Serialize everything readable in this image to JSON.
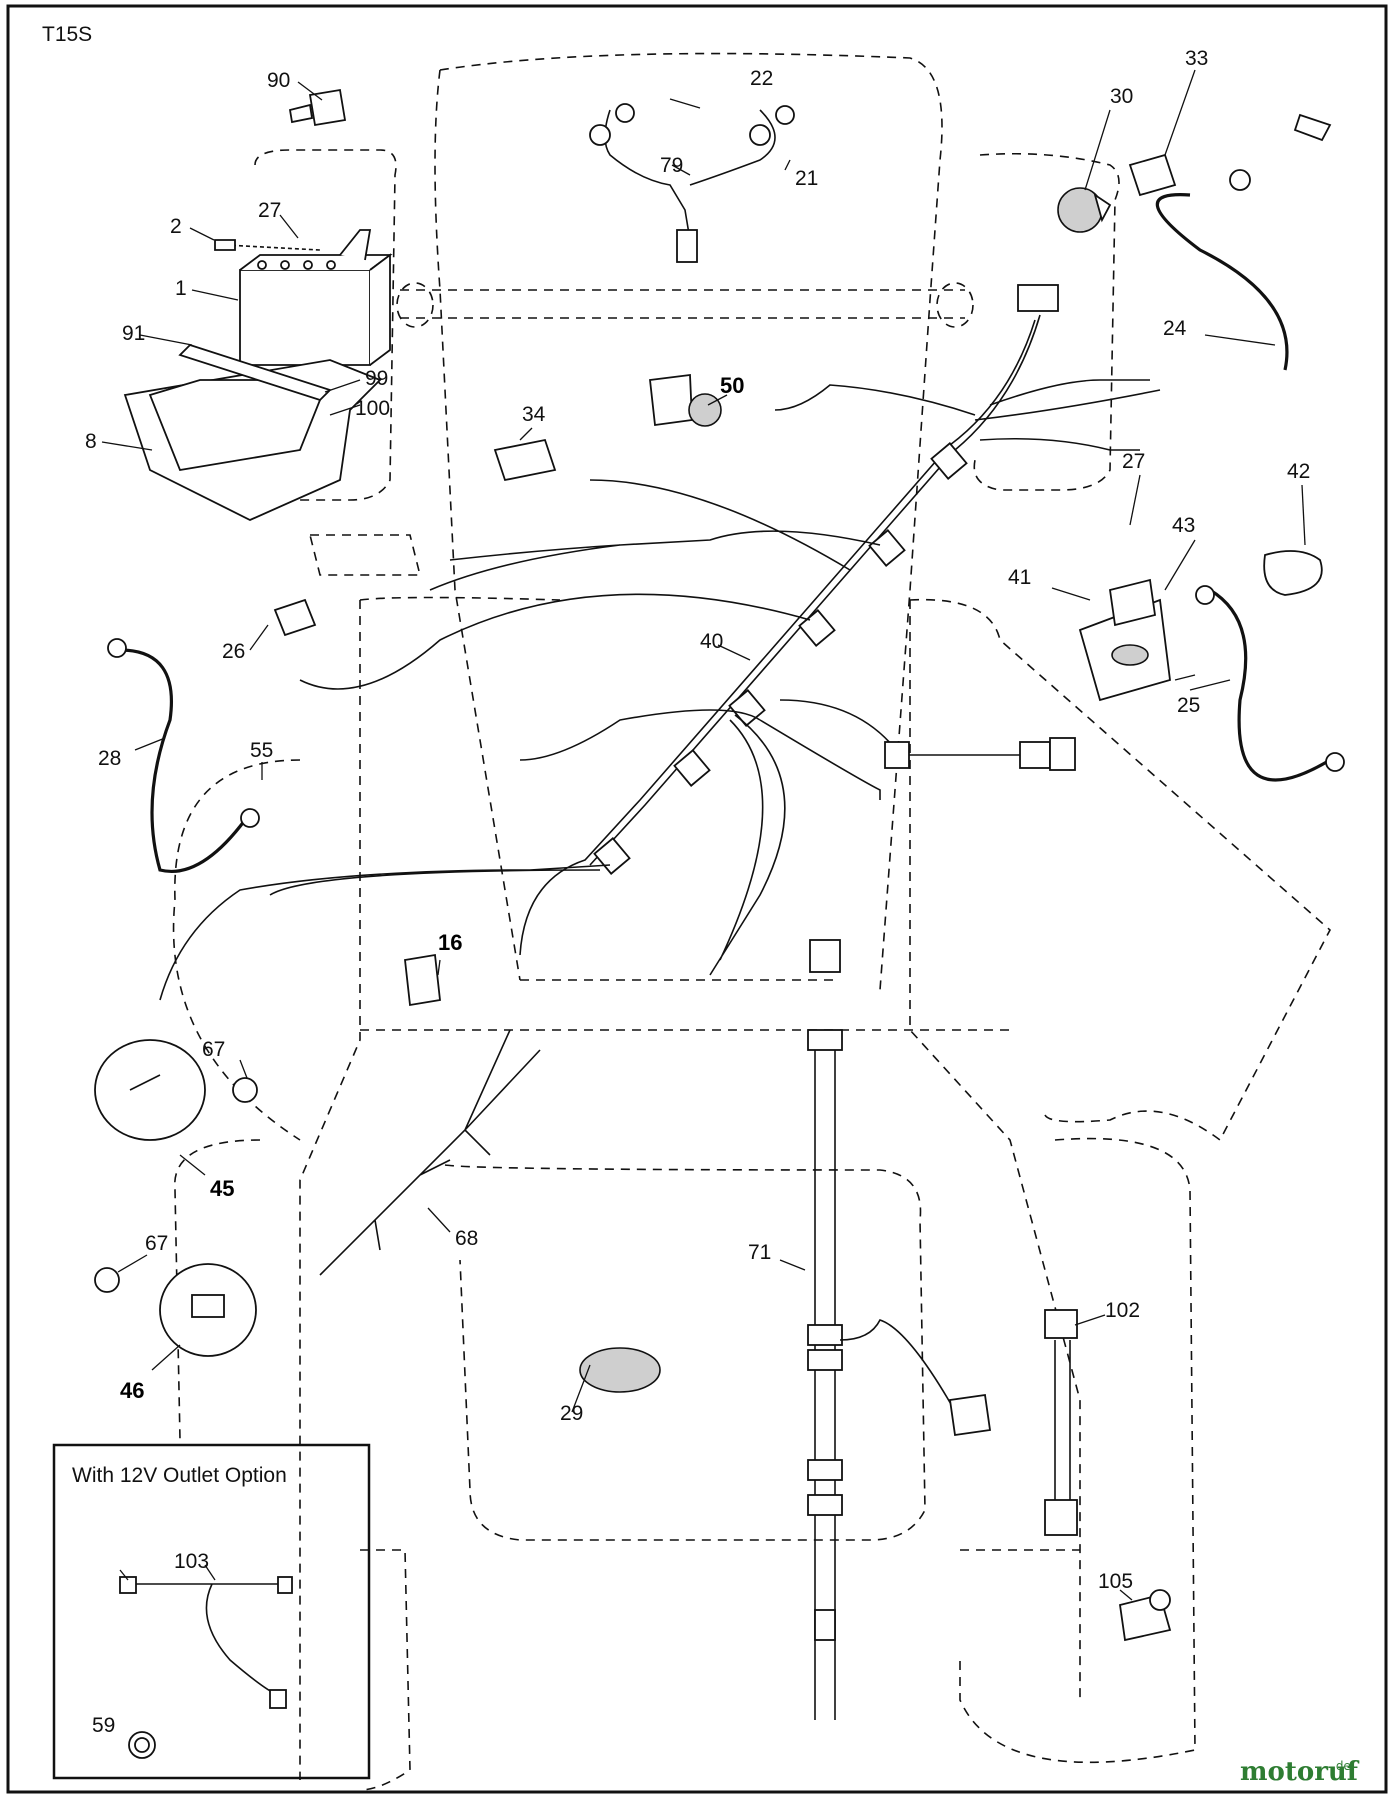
{
  "model_label": "T15S",
  "inset": {
    "title": "With 12V Outlet Option",
    "callouts": [
      "103",
      "59"
    ]
  },
  "callouts": {
    "p1": "1",
    "p2": "2",
    "p8": "8",
    "p16": "16",
    "p21": "21",
    "p22": "22",
    "p24": "24",
    "p25": "25",
    "p26": "26",
    "p27a": "27",
    "p27b": "27",
    "p28": "28",
    "p29": "29",
    "p30": "30",
    "p33": "33",
    "p34": "34",
    "p40": "40",
    "p41": "41",
    "p42": "42",
    "p43": "43",
    "p45": "45",
    "p46": "46",
    "p50": "50",
    "p55": "55",
    "p67a": "67",
    "p67b": "67",
    "p68": "68",
    "p71": "71",
    "p79": "79",
    "p90": "90",
    "p91": "91",
    "p99": "99",
    "p100": "100",
    "p102": "102",
    "p105": "105"
  },
  "watermark": {
    "text": "motoruf",
    "suffix": ".de"
  }
}
